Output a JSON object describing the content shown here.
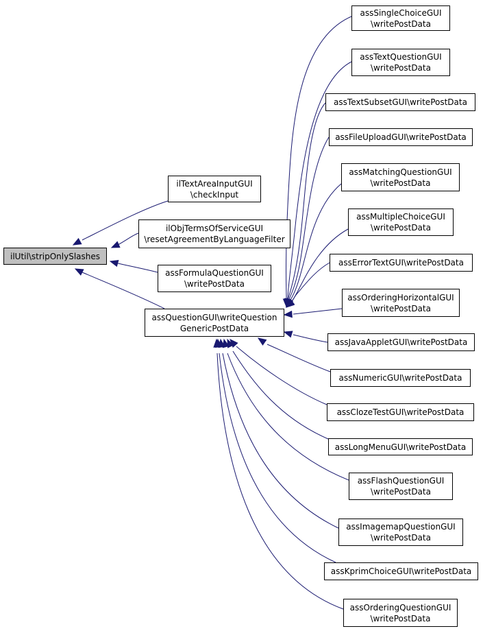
{
  "colors": {
    "edge": "#191970",
    "root_fill": "#bfbfbf",
    "node_fill": "#ffffff",
    "border": "#000000"
  },
  "nodes": {
    "root": {
      "lines": [
        "ilUtil\\stripOnlySlashes"
      ]
    },
    "textarea": {
      "lines": [
        "ilTextAreaInputGUI",
        "\\checkInput"
      ]
    },
    "terms": {
      "lines": [
        "ilObjTermsOfServiceGUI",
        "\\resetAgreementByLanguageFilter"
      ]
    },
    "formula": {
      "lines": [
        "assFormulaQuestionGUI",
        "\\writePostData"
      ]
    },
    "generic": {
      "lines": [
        "assQuestionGUI\\writeQuestion",
        "GenericPostData"
      ]
    },
    "single": {
      "lines": [
        "assSingleChoiceGUI",
        "\\writePostData"
      ]
    },
    "text": {
      "lines": [
        "assTextQuestionGUI",
        "\\writePostData"
      ]
    },
    "subset": {
      "lines": [
        "assTextSubsetGUI\\writePostData"
      ]
    },
    "upload": {
      "lines": [
        "assFileUploadGUI\\writePostData"
      ]
    },
    "matching": {
      "lines": [
        "assMatchingQuestionGUI",
        "\\writePostData"
      ]
    },
    "multiple": {
      "lines": [
        "assMultipleChoiceGUI",
        "\\writePostData"
      ]
    },
    "errortext": {
      "lines": [
        "assErrorTextGUI\\writePostData"
      ]
    },
    "orderhoriz": {
      "lines": [
        "assOrderingHorizontalGUI",
        "\\writePostData"
      ]
    },
    "javaapplet": {
      "lines": [
        "assJavaAppletGUI\\writePostData"
      ]
    },
    "numeric": {
      "lines": [
        "assNumericGUI\\writePostData"
      ]
    },
    "cloze": {
      "lines": [
        "assClozeTestGUI\\writePostData"
      ]
    },
    "longmenu": {
      "lines": [
        "assLongMenuGUI\\writePostData"
      ]
    },
    "flash": {
      "lines": [
        "assFlashQuestionGUI",
        "\\writePostData"
      ]
    },
    "imagemap": {
      "lines": [
        "assImagemapQuestionGUI",
        "\\writePostData"
      ]
    },
    "kprim": {
      "lines": [
        "assKprimChoiceGUI\\writePostData"
      ]
    },
    "orderq": {
      "lines": [
        "assOrderingQuestionGUI",
        "\\writePostData"
      ]
    }
  }
}
